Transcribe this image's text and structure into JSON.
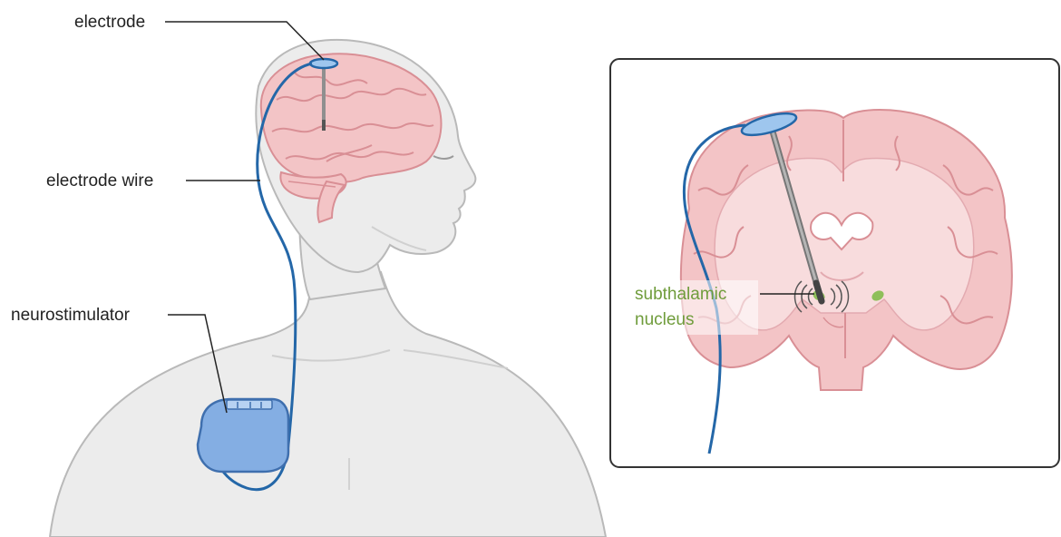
{
  "labels": {
    "electrode": "electrode",
    "electrode_wire": "electrode wire",
    "neurostimulator": "neurostimulator",
    "subthalamic_line1": "subthalamic",
    "subthalamic_line2": "nucleus"
  },
  "colors": {
    "body_fill": "#ececec",
    "body_stroke": "#b9b9b9",
    "brain_fill": "#f3c4c6",
    "brain_stroke": "#d98f95",
    "brain_inner": "#f8dcdd",
    "wire": "#2467a8",
    "device_fill": "#84aee3",
    "device_stroke": "#3f6fae",
    "electrode_pad": "#9ec6ee",
    "lead": "#8f8f8f",
    "stn_green": "#6f9c3b",
    "inset_border": "#333333",
    "leader_line": "#222222"
  }
}
